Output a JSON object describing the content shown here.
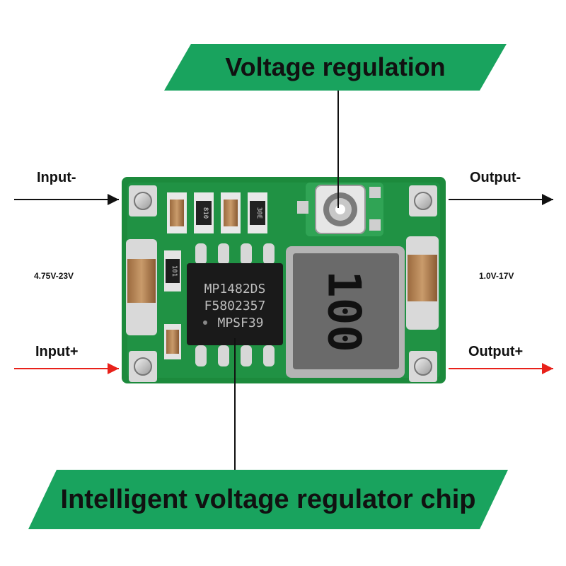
{
  "banners": {
    "top": "Voltage regulation",
    "bottom": "Intelligent voltage regulator chip"
  },
  "terminals": {
    "input_minus": "Input-",
    "input_plus": "Input+",
    "output_minus": "Output-",
    "output_plus": "Output+"
  },
  "ranges": {
    "input": "4.75V-23V",
    "output": "1.0V-17V"
  },
  "components": {
    "chip_line1": "MP1482DS",
    "chip_line2": "F5802357",
    "chip_line3": "MPSF39",
    "inductor_code": "100",
    "resistor_code_1": "101",
    "resistor_code_2": "810",
    "resistor_code_3": "30E"
  },
  "colors": {
    "banner": "#19a35e",
    "pcb": "#1c8a3c",
    "negative_arrow": "#111111",
    "positive_arrow": "#e8211a"
  }
}
